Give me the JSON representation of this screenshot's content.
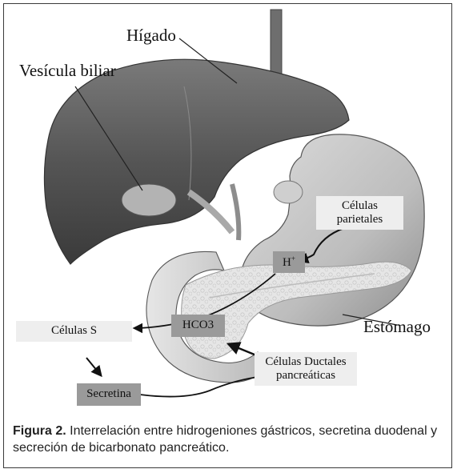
{
  "labels": {
    "higado": "Hígado",
    "vesicula": "Vesícula biliar",
    "estomago": "Estómago"
  },
  "boxes": {
    "celulas_parietales_line1": "Células",
    "celulas_parietales_line2": "parietales",
    "h_plus": "H",
    "h_plus_sup": "+",
    "celulas_s": "Células S",
    "hco3": "HCO3",
    "ductales_line1": "Células Ductales",
    "ductales_line2": "pancreáticas",
    "secretina": "Secretina"
  },
  "caption": {
    "figure_label": "Figura 2.",
    "text": " Interrelación entre hidrogeniones gástricos, secretina duodenal y secreción de bicarbonato pancreático."
  },
  "colors": {
    "liver": "#5c5c5c",
    "stomach": "#c8c8c8",
    "pancreas": "#e2e2e2",
    "duodenum": "#d0d0d0",
    "frame": "#3a3a3a"
  }
}
